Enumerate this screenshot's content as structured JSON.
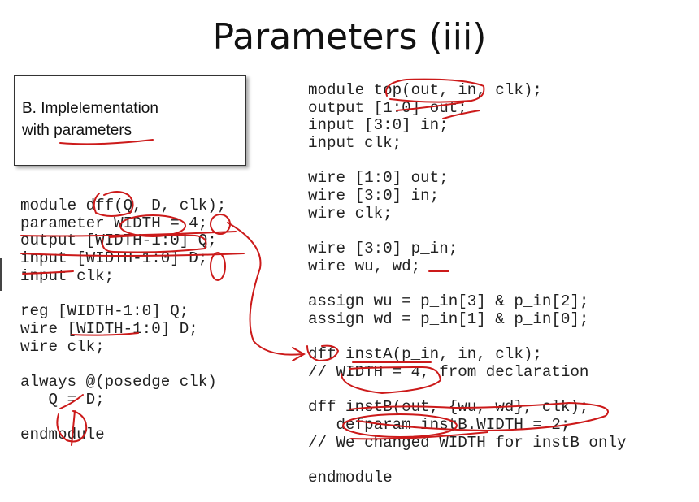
{
  "title": "Parameters (iii)",
  "box": {
    "line1": "B. Implelementation",
    "line2": "with parameters"
  },
  "left_code": [
    "module dff(Q, D, clk);",
    "parameter WIDTH = 4;",
    "output [WIDTH-1:0] Q;",
    "input [WIDTH-1:0] D;",
    "input clk;",
    "",
    "reg [WIDTH-1:0] Q;",
    "wire [WIDTH-1:0] D;",
    "wire clk;",
    "",
    "always @(posedge clk)",
    "   Q = D;",
    "",
    "endmodule"
  ],
  "right_code": [
    "module top(out, in, clk);",
    "output [1:0] out;",
    "input [3:0] in;",
    "input clk;",
    "",
    "wire [1:0] out;",
    "wire [3:0] in;",
    "wire clk;",
    "",
    "wire [3:0] p_in;",
    "wire wu, wd;",
    "",
    "assign wu = p_in[3] & p_in[2];",
    "assign wd = p_in[1] & p_in[0];",
    "",
    "dff instA(p_in, in, clk);",
    "// WIDTH = 4, from declaration",
    "",
    "dff instB(out, {wu, wd}, clk);",
    "   defparam instB.WIDTH = 2;",
    "// We changed WIDTH for instB only",
    "",
    "endmodule"
  ],
  "annotation_color": "#cc1a1a"
}
